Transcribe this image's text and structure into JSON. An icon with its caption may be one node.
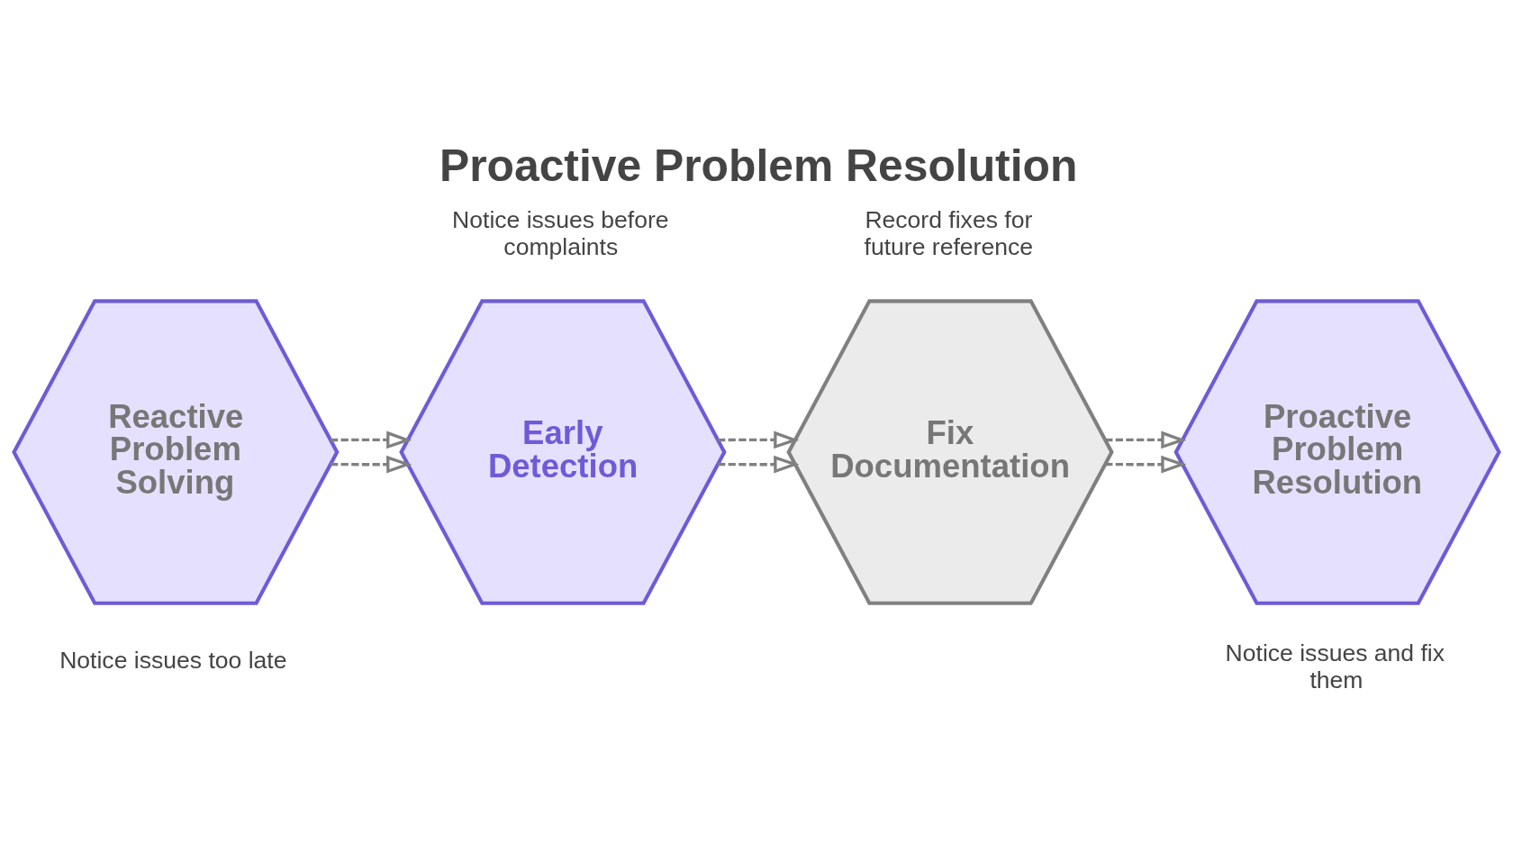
{
  "diagram": {
    "title": "Proactive Problem Resolution",
    "nodes": [
      {
        "text": [
          "Reactive Problem Solving"
        ],
        "beside": [
          "Notice issues too late"
        ]
      },
      {
        "text": [
          "Early Detection"
        ],
        "beside": [
          "Notice issues before complaints"
        ]
      },
      {
        "text": [
          "Fix Documentation"
        ],
        "beside": [
          "Record fixes for future reference"
        ]
      },
      {
        "text": [
          "Proactive Problem Resolution"
        ],
        "beside": [
          "Notice issues and fix them"
        ]
      }
    ],
    "edges": [
      {
        "from": 0,
        "to": 1,
        "arrow": "to",
        "style": "dashed"
      },
      {
        "from": 0,
        "to": 1,
        "arrow": "to",
        "style": "dashed"
      },
      {
        "from": 1,
        "to": 2,
        "arrow": "to",
        "style": "dashed"
      },
      {
        "from": 1,
        "to": 2,
        "arrow": "to",
        "style": "dashed"
      },
      {
        "from": 2,
        "to": 3,
        "arrow": "to",
        "style": "dashed"
      },
      {
        "from": 2,
        "to": 3,
        "arrow": "to",
        "style": "dashed"
      }
    ]
  }
}
